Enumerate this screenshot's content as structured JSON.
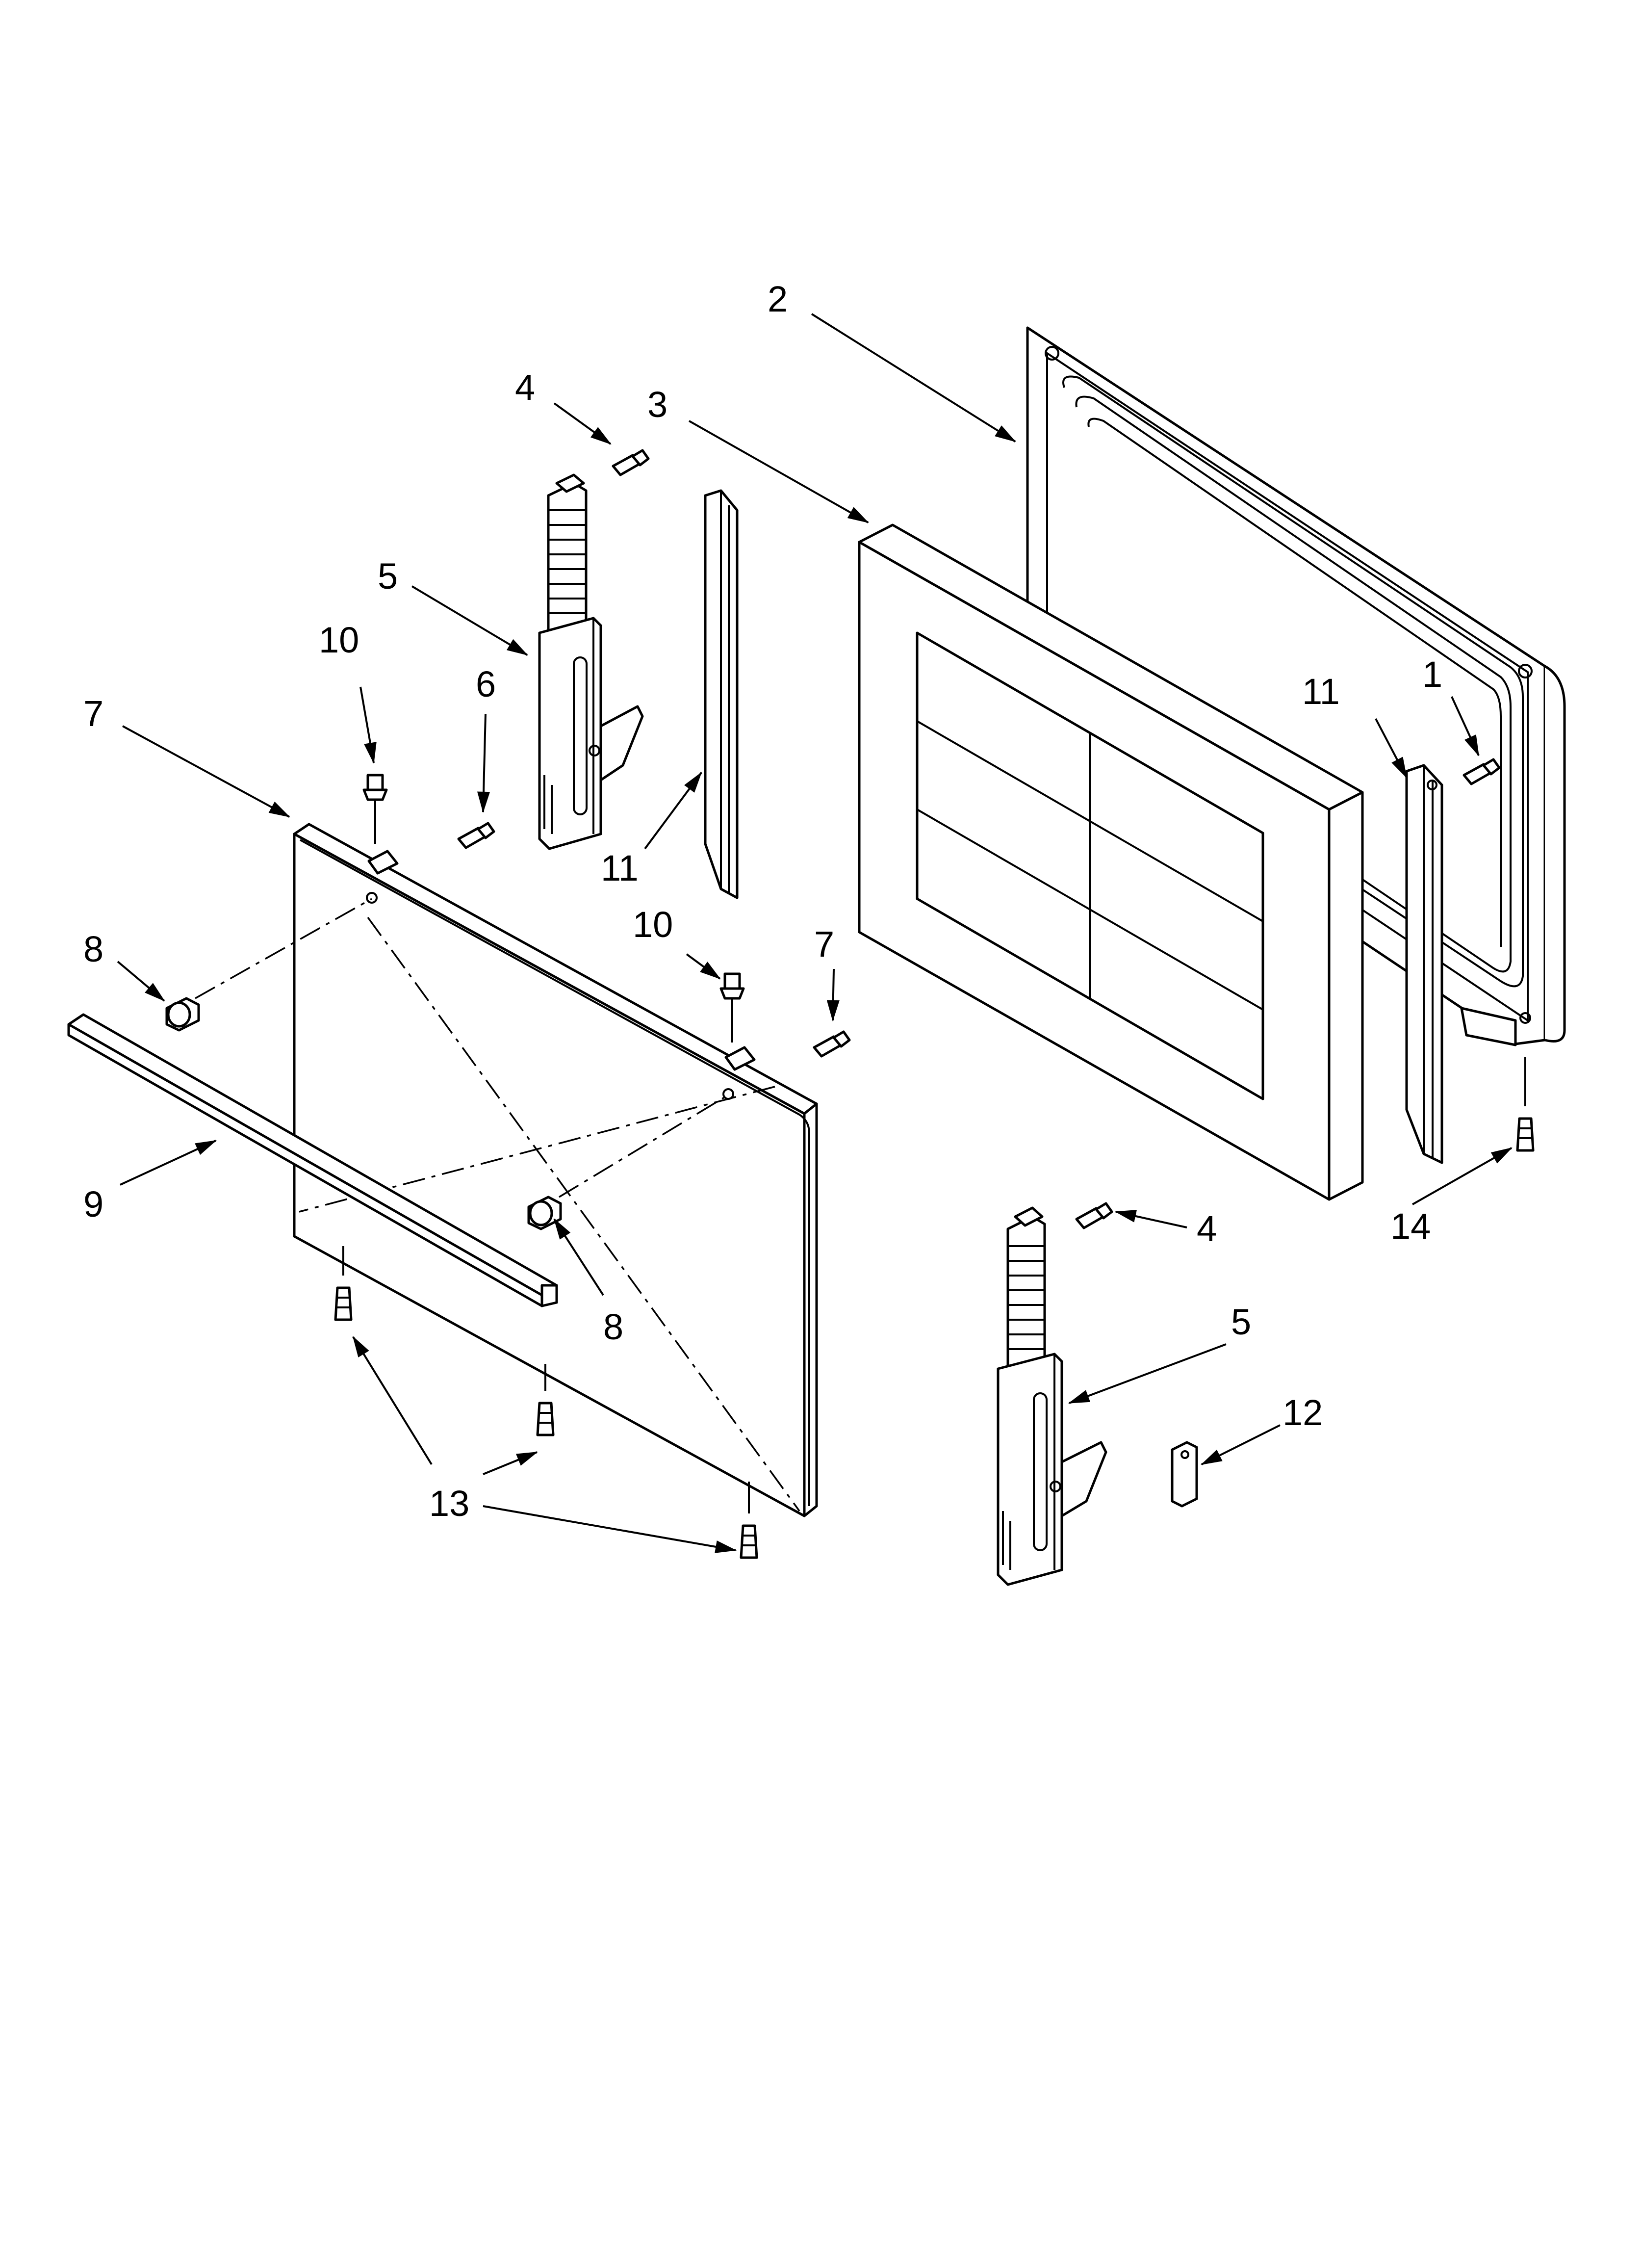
{
  "diagram": {
    "callouts": {
      "c1": "1",
      "c2": "2",
      "c3": "3",
      "c4a": "4",
      "c4b": "4",
      "c5a": "5",
      "c5b": "5",
      "c6": "6",
      "c7a": "7",
      "c7b": "7",
      "c8a": "8",
      "c8b": "8",
      "c9": "9",
      "c10a": "10",
      "c10b": "10",
      "c11a": "11",
      "c11b": "11",
      "c12": "12",
      "c13": "13",
      "c14": "14"
    },
    "colors": {
      "line": "#000000",
      "background": "#ffffff"
    }
  }
}
